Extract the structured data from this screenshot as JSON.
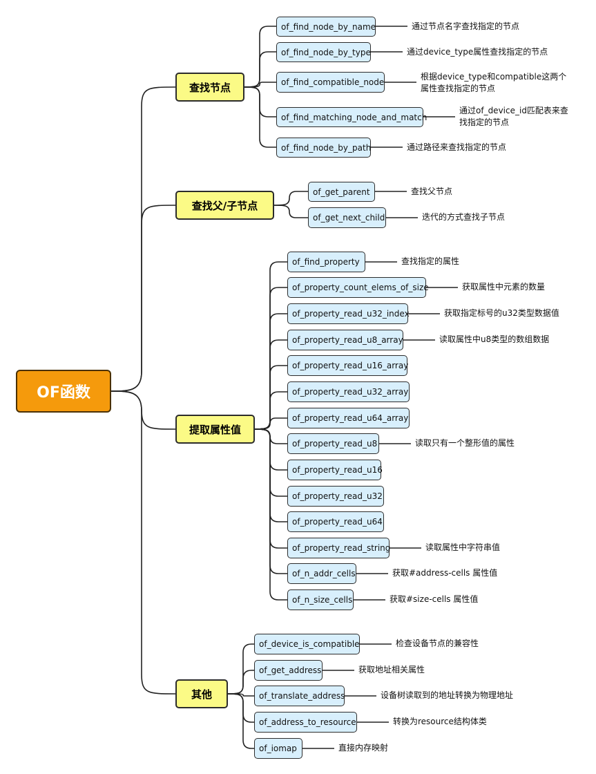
{
  "root": "OF函数",
  "categories": [
    {
      "title": "查找节点",
      "items": [
        {
          "fn": "of_find_node_by_name",
          "desc": "通过节点名字查找指定的节点"
        },
        {
          "fn": "of_find_node_by_type",
          "desc": "通过device_type属性查找指定的节点"
        },
        {
          "fn": "of_find_compatible_node",
          "desc_lines": [
            "根据device_type和compatible这两个",
            "属性查找指定的节点"
          ]
        },
        {
          "fn": "of_find_matching_node_and_match",
          "desc_lines": [
            "通过of_device_id匹配表来查",
            "找指定的节点"
          ]
        },
        {
          "fn": "of_find_node_by_path",
          "desc": "通过路径来查找指定的节点"
        }
      ]
    },
    {
      "title": "查找父/子节点",
      "items": [
        {
          "fn": "of_get_parent",
          "desc": "查找父节点"
        },
        {
          "fn": "of_get_next_child",
          "desc": "迭代的方式查找子节点"
        }
      ]
    },
    {
      "title": "提取属性值",
      "items": [
        {
          "fn": "of_find_property",
          "desc": "查找指定的属性"
        },
        {
          "fn": "of_property_count_elems_of_size",
          "desc": "获取属性中元素的数量"
        },
        {
          "fn": "of_property_read_u32_index",
          "desc": "获取指定标号的u32类型数据值"
        },
        {
          "fn": "of_property_read_u8_array",
          "desc": "读取属性中u8类型的数组数据"
        },
        {
          "fn": "of_property_read_u16_array"
        },
        {
          "fn": "of_property_read_u32_array"
        },
        {
          "fn": "of_property_read_u64_array"
        },
        {
          "fn": "of_property_read_u8",
          "desc": "读取只有一个整形值的属性"
        },
        {
          "fn": "of_property_read_u16"
        },
        {
          "fn": "of_property_read_u32"
        },
        {
          "fn": "of_property_read_u64"
        },
        {
          "fn": "of_property_read_string",
          "desc": "读取属性中字符串值"
        },
        {
          "fn": "of_n_addr_cells",
          "desc": "获取#address-cells 属性值"
        },
        {
          "fn": "of_n_size_cells",
          "desc": "获取#size-cells 属性值"
        }
      ]
    },
    {
      "title": "其他",
      "items": [
        {
          "fn": "of_device_is_compatible",
          "desc": "检查设备节点的兼容性"
        },
        {
          "fn": "of_get_address",
          "desc": "获取地址相关属性"
        },
        {
          "fn": "of_translate_address",
          "desc": "设备树读取到的地址转换为物理地址"
        },
        {
          "fn": "of_address_to_resource",
          "desc": "转换为resource结构体类"
        },
        {
          "fn": "of_iomap",
          "desc": "直接内存映射"
        }
      ]
    }
  ],
  "colors": {
    "root_fill": "#f59a0c",
    "category_fill": "#fbfa86",
    "function_fill": "#d8effc",
    "line": "#222222"
  }
}
